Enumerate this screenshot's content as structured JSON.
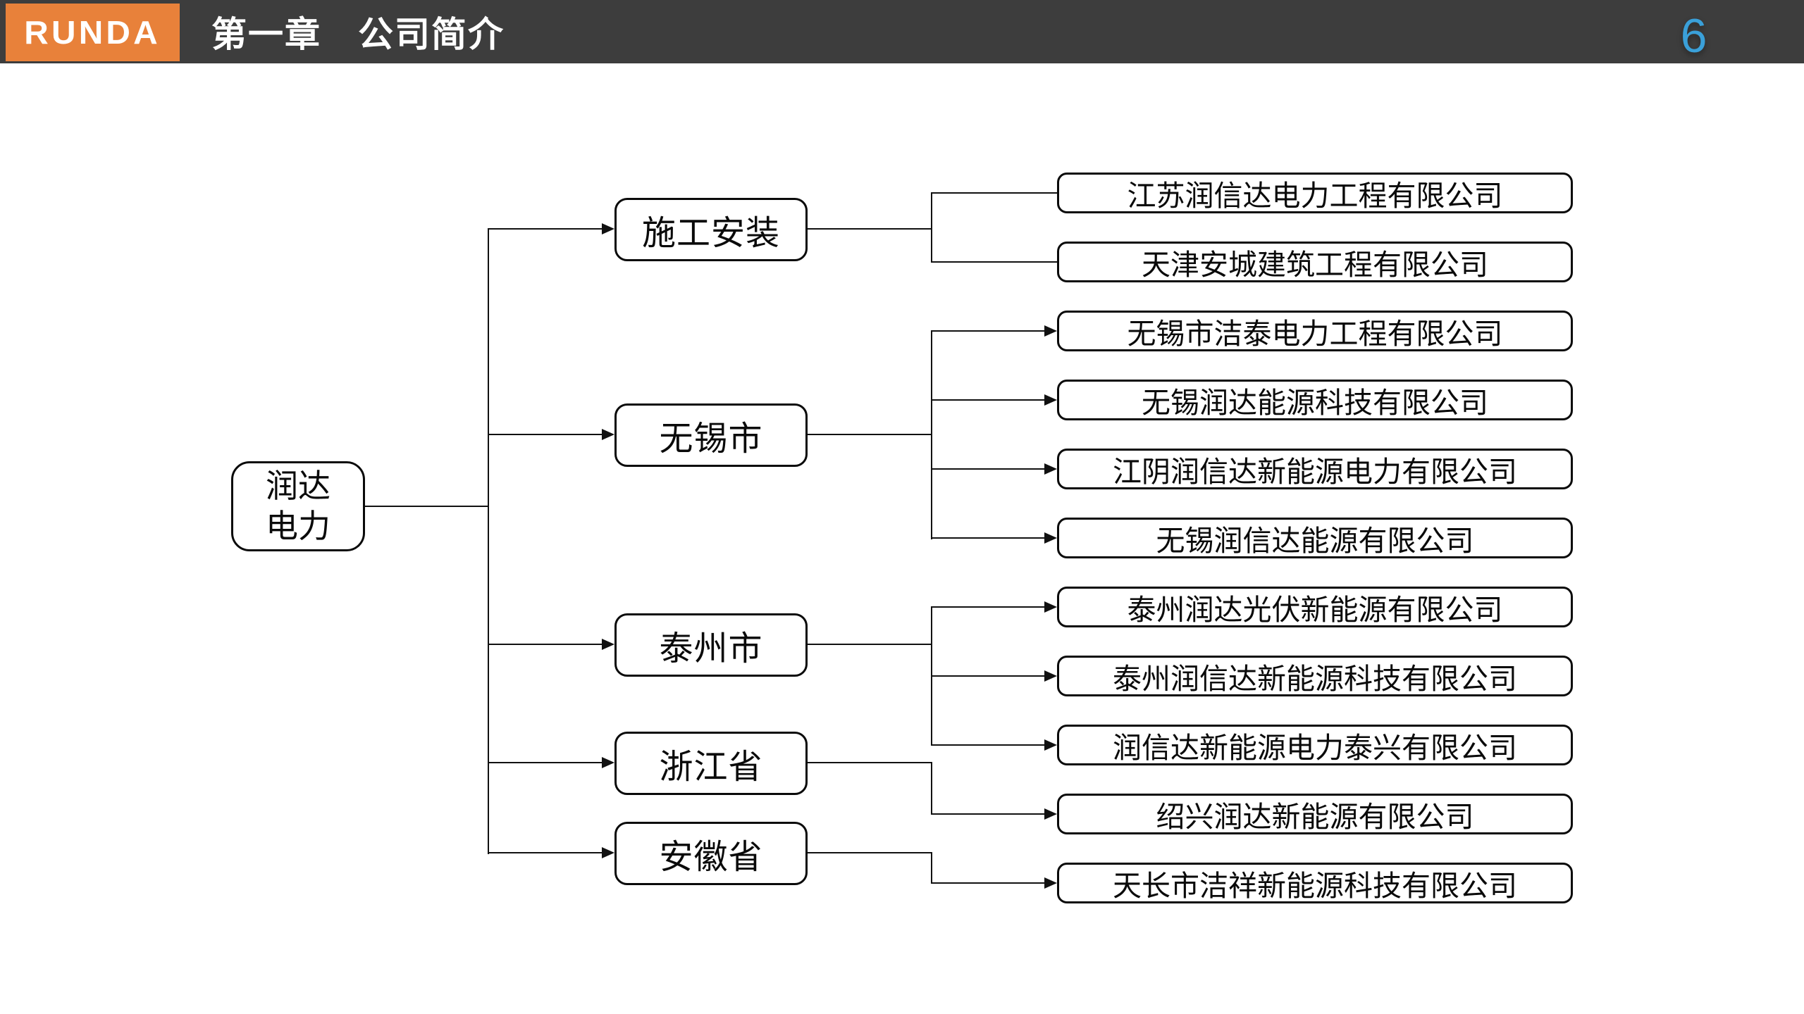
{
  "header": {
    "logo_text": "RUNDA",
    "title": "第一章　公司简介",
    "page_number": "6"
  },
  "colors": {
    "logo_orange": "#E8813A",
    "header_gray": "#3D3D3D",
    "page_number_blue": "#3AA0D9",
    "diagram_line": "#111111"
  },
  "diagram": {
    "root_lines": [
      "润达",
      "电力"
    ],
    "groups": [
      {
        "label": "施工安装",
        "children": [
          "江苏润信达电力工程有限公司",
          "天津安城建筑工程有限公司"
        ]
      },
      {
        "label": "无锡市",
        "children": [
          "无锡市洁泰电力工程有限公司",
          "无锡润达能源科技有限公司",
          "江阴润信达新能源电力有限公司",
          "无锡润信达能源有限公司"
        ]
      },
      {
        "label": "泰州市",
        "children": [
          "泰州润达光伏新能源有限公司",
          "泰州润信达新能源科技有限公司",
          "润信达新能源电力泰兴有限公司"
        ]
      },
      {
        "label": "浙江省",
        "children": [
          "绍兴润达新能源有限公司"
        ]
      },
      {
        "label": "安徽省",
        "children": [
          "天长市洁祥新能源科技有限公司"
        ]
      }
    ]
  }
}
